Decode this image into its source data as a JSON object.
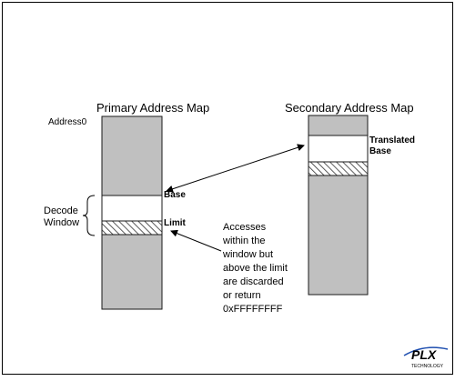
{
  "diagram": {
    "primary_title": "Primary Address Map",
    "secondary_title": "Secondary Address Map",
    "address0_label": "Address0",
    "decode_window_line1": "Decode",
    "decode_window_line2": "Window",
    "base_label": "Base",
    "limit_label": "Limit",
    "translated_line1": "Translated",
    "translated_line2": "Base",
    "note_lines": [
      "Accesses",
      "within the",
      "window but",
      "above the limit",
      "are discarded",
      "or return",
      "0xFFFFFFFF"
    ],
    "logo_text": "PLX",
    "logo_subtext": "TECHNOLOGY",
    "colors": {
      "block_fill": "#c0c0c0",
      "window_fill": "#ffffff",
      "border": "#1a1a1a",
      "logo_blue": "#1f4fb0"
    }
  }
}
